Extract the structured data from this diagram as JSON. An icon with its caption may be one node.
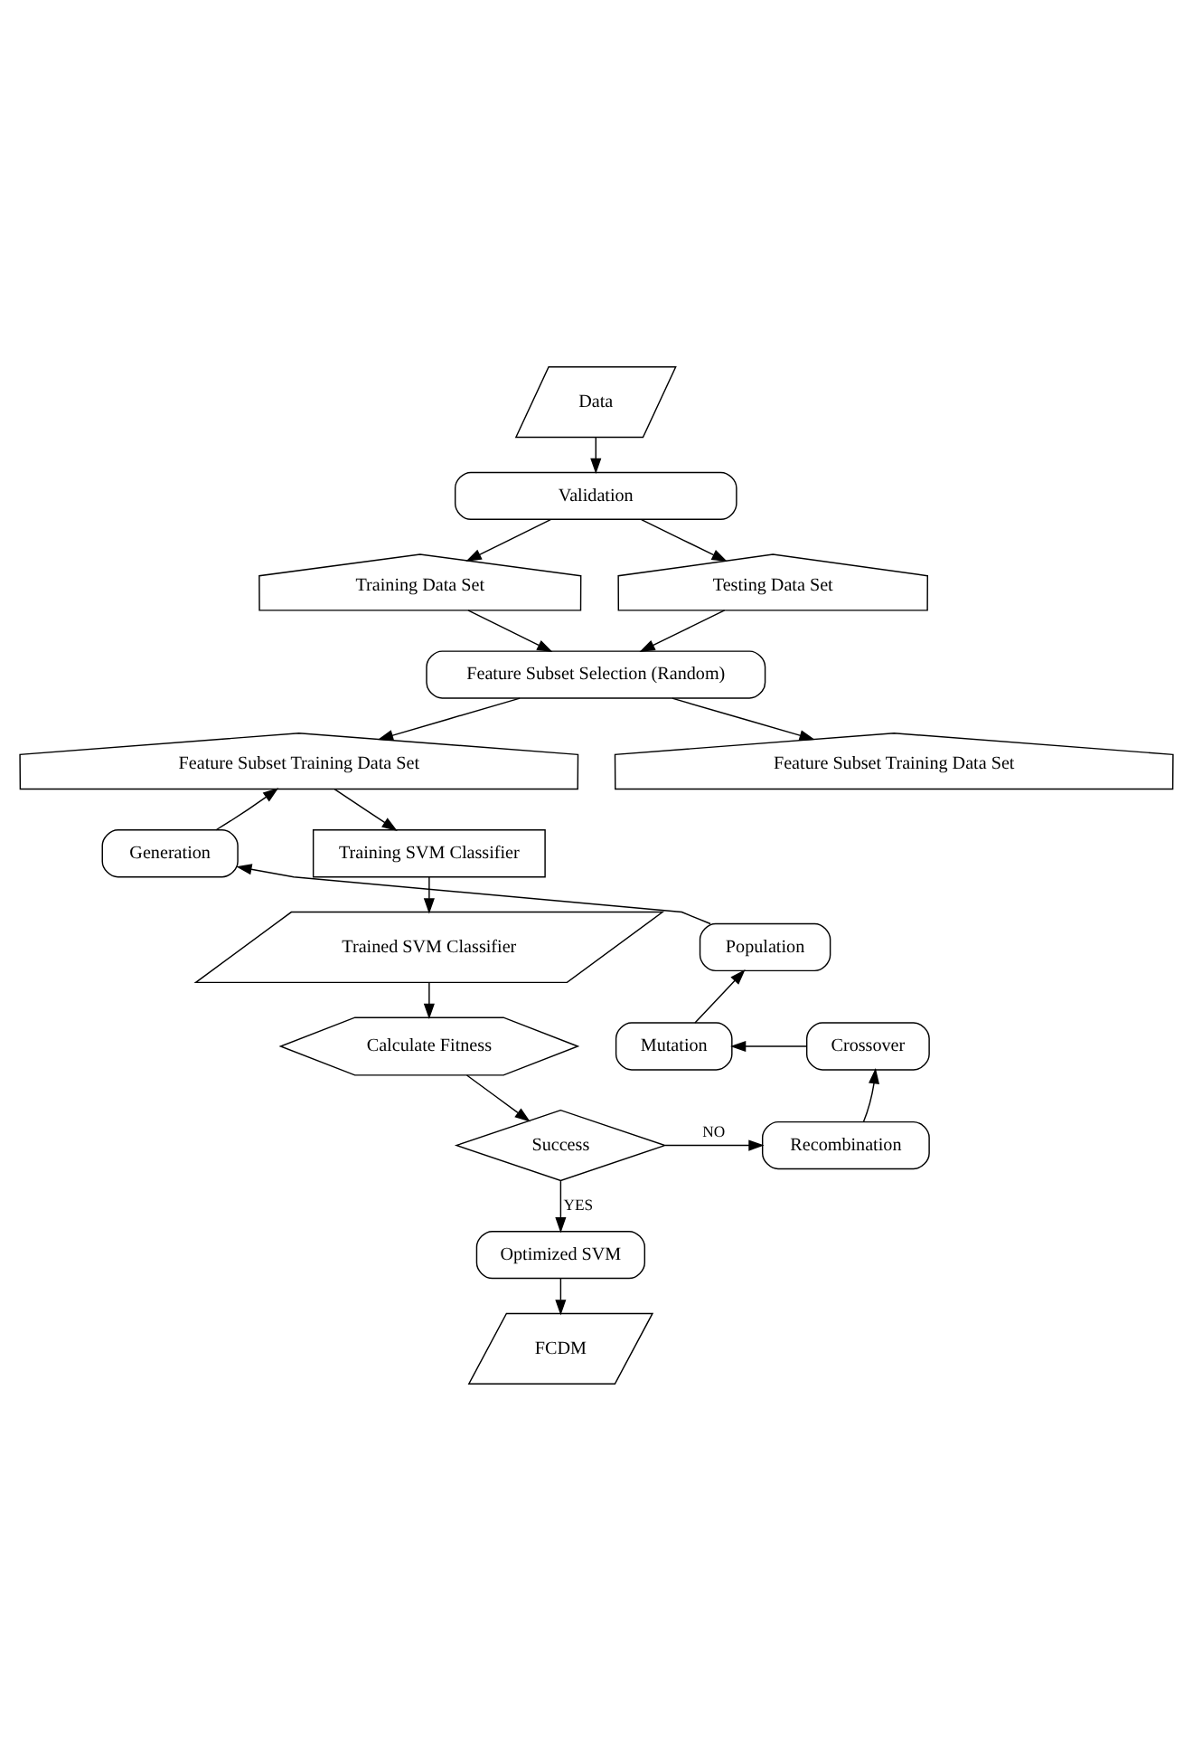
{
  "diagram": {
    "nodes": [
      {
        "text": [
          "Data"
        ]
      },
      {
        "text": [
          "Validation"
        ]
      },
      {
        "text": [
          "Training Data Set"
        ]
      },
      {
        "text": [
          "Testing Data Set"
        ]
      },
      {
        "text": [
          "Feature Subset Selection (Random)"
        ]
      },
      {
        "text": [
          "Feature Subset Training Data Set"
        ]
      },
      {
        "text": [
          "Feature Subset Training Data Set"
        ]
      },
      {
        "text": [
          "Training SVM Classifier"
        ]
      },
      {
        "text": [
          "Trained SVM Classifier"
        ]
      },
      {
        "text": [
          "Calculate Fitness"
        ]
      },
      {
        "text": [
          "Success"
        ]
      },
      {
        "text": [
          "Recombination"
        ]
      },
      {
        "text": [
          "Crossover"
        ]
      },
      {
        "text": [
          "Mutation"
        ]
      },
      {
        "text": [
          "Population"
        ]
      },
      {
        "text": [
          "Generation"
        ]
      },
      {
        "text": [
          "Optimized SVM"
        ]
      },
      {
        "text": [
          "FCDM"
        ]
      }
    ],
    "edges": [
      {
        "from": 0,
        "to": 1,
        "arrow": "to"
      },
      {
        "from": 1,
        "to": 2,
        "arrow": "to"
      },
      {
        "from": 1,
        "to": 3,
        "arrow": "to"
      },
      {
        "from": 2,
        "to": 4,
        "arrow": "to"
      },
      {
        "from": 3,
        "to": 4,
        "arrow": "to"
      },
      {
        "from": 4,
        "to": 5,
        "arrow": "to"
      },
      {
        "from": 4,
        "to": 6,
        "arrow": "to"
      },
      {
        "from": 5,
        "to": 7,
        "arrow": "to"
      },
      {
        "from": 7,
        "to": 8,
        "arrow": "to"
      },
      {
        "from": 8,
        "to": 9,
        "arrow": "to"
      },
      {
        "from": 9,
        "to": 10,
        "arrow": "to"
      },
      {
        "from": 10,
        "to": 11,
        "arrow": "to",
        "label": "NO"
      },
      {
        "from": 11,
        "to": 12,
        "arrow": "to"
      },
      {
        "from": 12,
        "to": 13,
        "arrow": "to"
      },
      {
        "from": 13,
        "to": 14,
        "arrow": "to"
      },
      {
        "from": 14,
        "to": 15,
        "arrow": "to"
      },
      {
        "from": 15,
        "to": 5,
        "arrow": "to"
      },
      {
        "from": 10,
        "to": 16,
        "arrow": "to",
        "label": "YES"
      },
      {
        "from": 16,
        "to": 17,
        "arrow": "to"
      }
    ]
  }
}
